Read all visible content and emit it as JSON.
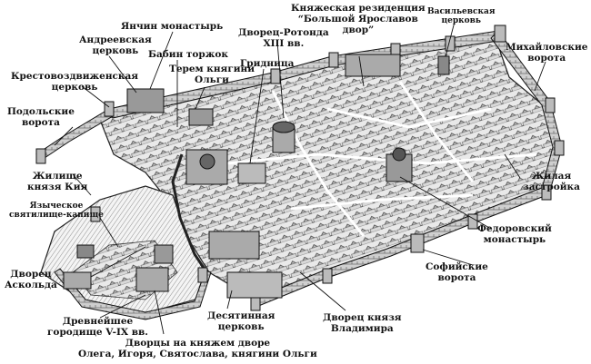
{
  "map": {
    "labels": {
      "yanchin": "Янчин монастырь",
      "rezidentsiya": "Княжеская резиденция\n“Большой Ярославов\nдвор”",
      "vasilevskaya": "Васильевская\nцерковь",
      "andreevskaya": "Андреевская\nцерковь",
      "babin": "Бабин торжок",
      "rotonda": "Дворец-Ротонда\nXIII вв.",
      "terem": "Терем княгини\nОльги",
      "gridnitsa": "Гридница",
      "mikhaylovskie": "Михайловские\nворота",
      "krestovozdv": "Крестовоздвиженская\nцерковь",
      "podolskie": "Подольские\nворота",
      "zhilishche": "Жилище\nкнязя Кия",
      "yazycheskoe": "Языческое\nсвятилище-капище",
      "zhilaya": "Жилая\nзастройка",
      "fedorovsky": "Федоровский\nмонастырь",
      "dvorets_askolda": "Дворец\nАскольда",
      "sofiyskie": "Софийские\nворота",
      "drevneyshee": "Древнейшее\nгородище V-IX вв.",
      "desyatinnaya": "Десятинная\nцерковь",
      "dvorets_vladimira": "Дворец князя\nВладимира",
      "dvortsy": "Дворцы на княжем дворе\nОлега, Игоря, Святослава, княгини Ольги"
    }
  }
}
